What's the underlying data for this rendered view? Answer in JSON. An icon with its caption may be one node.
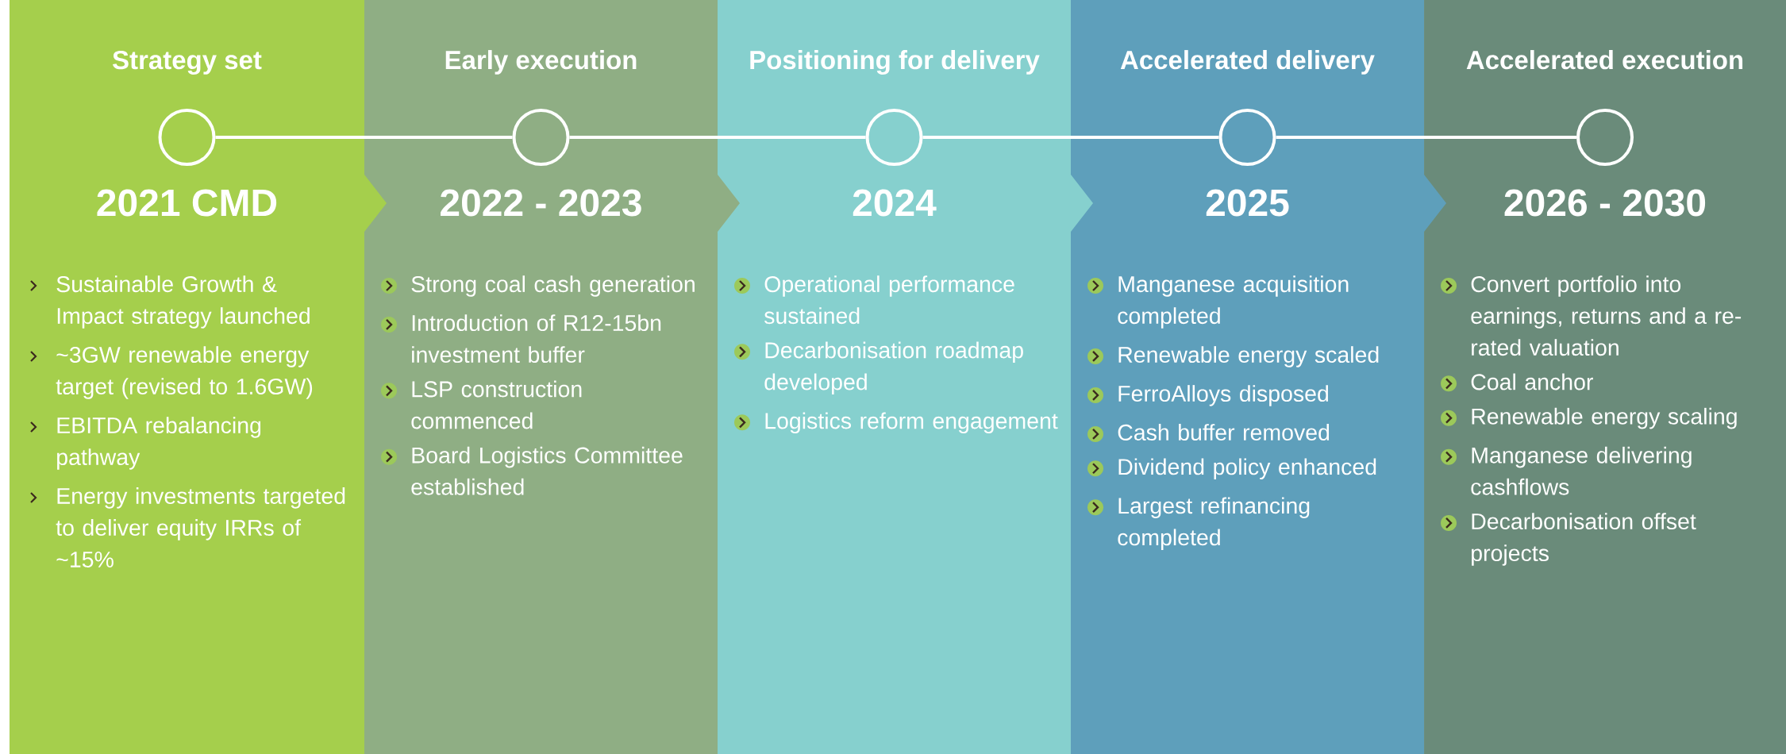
{
  "diagram": {
    "nodes": [
      {
        "text": [
          "Strategy set",
          "2021 CMD",
          "Sustainable Growth & Impact strategy launched",
          "~3GW renewable energy target (revised to 1.6GW)",
          "EBITDA rebalancing pathway",
          "Energy investments targeted to deliver equity IRRs of ~15%"
        ]
      },
      {
        "text": [
          "Early execution",
          "2022 - 2023",
          "Strong coal cash generation",
          "Introduction of R12-15bn investment buffer",
          "LSP construction commenced",
          "Board Logistics Committee established"
        ]
      },
      {
        "text": [
          "Positioning for delivery",
          "2024",
          "Operational performance sustained",
          "Decarbonisation roadmap developed",
          "Logistics reform engagement"
        ]
      },
      {
        "text": [
          "Accelerated delivery",
          "2025",
          "Manganese acquisition completed",
          "Renewable energy scaled",
          "FerroAlloys disposed",
          "Cash buffer removed",
          "Dividend policy enhanced",
          "Largest refinancing completed"
        ]
      },
      {
        "text": [
          "Accelerated execution",
          "2026 - 2030",
          "Convert portfolio into earnings, returns and a re-rated valuation",
          "Coal anchor",
          "Renewable energy scaling",
          "Manganese delivering cashflows",
          "Decarbonisation offset projects"
        ]
      },
      {
        "text": [],
        "shape": "circle",
        "in": 0
      },
      {
        "text": [],
        "shape": "circle",
        "in": 1
      },
      {
        "text": [],
        "shape": "circle",
        "in": 2
      },
      {
        "text": [],
        "shape": "circle",
        "in": 3
      },
      {
        "text": [],
        "shape": "circle",
        "in": 4
      }
    ],
    "edges": [
      {
        "from": 5,
        "to": 6,
        "arrow": "none"
      },
      {
        "from": 6,
        "to": 7,
        "arrow": "none"
      },
      {
        "from": 7,
        "to": 8,
        "arrow": "none"
      },
      {
        "from": 8,
        "to": 9,
        "arrow": "none"
      }
    ]
  }
}
